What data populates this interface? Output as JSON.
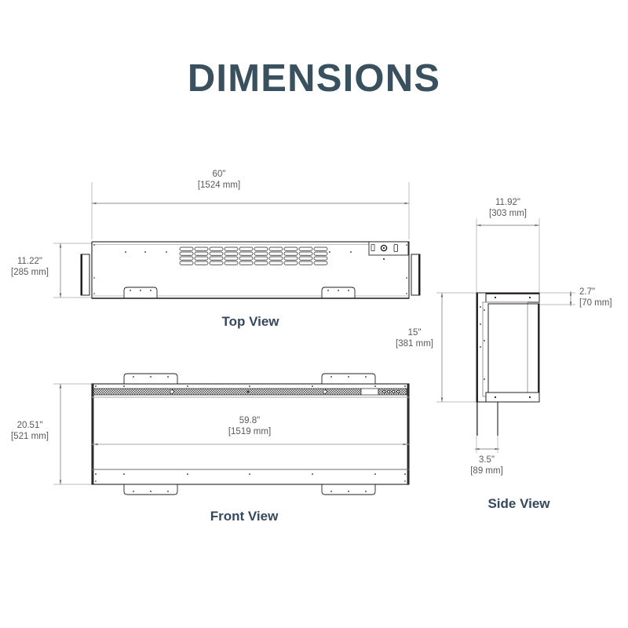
{
  "page": {
    "title": "DIMENSIONS",
    "background_color": "#ffffff",
    "title_color": "#39505f",
    "line_color": "#231f20",
    "dimension_line_color": "#a6a8ab",
    "dimension_text_color": "#58595b"
  },
  "views": [
    {
      "id": "top",
      "label": "Top View"
    },
    {
      "id": "front",
      "label": "Front View"
    },
    {
      "id": "side",
      "label": "Side View"
    }
  ],
  "dimensions": {
    "top_width": {
      "inches": "60\"",
      "mm": "[1524 mm]"
    },
    "top_depth": {
      "inches": "11.22\"",
      "mm": "[285 mm]"
    },
    "front_height": {
      "inches": "20.51\"",
      "mm": "[521 mm]"
    },
    "front_width": {
      "inches": "59.8\"",
      "mm": "[1519 mm]"
    },
    "side_width": {
      "inches": "11.92\"",
      "mm": "[303 mm]"
    },
    "side_lip": {
      "inches": "2.7\"",
      "mm": "[70 mm]"
    },
    "side_height": {
      "inches": "15\"",
      "mm": "[381 mm]"
    },
    "side_depth": {
      "inches": "3.5\"",
      "mm": "[89 mm]"
    }
  },
  "top_view_detail": {
    "vent_columns": 10,
    "vent_rows": 4,
    "bracket_count": 2,
    "control_panel": "round knob and rectangular switch"
  },
  "front_view_detail": {
    "ember_strip": "hatched burner strip",
    "indicator_lights": 4,
    "top_brackets": 2,
    "bottom_brackets": 2
  }
}
